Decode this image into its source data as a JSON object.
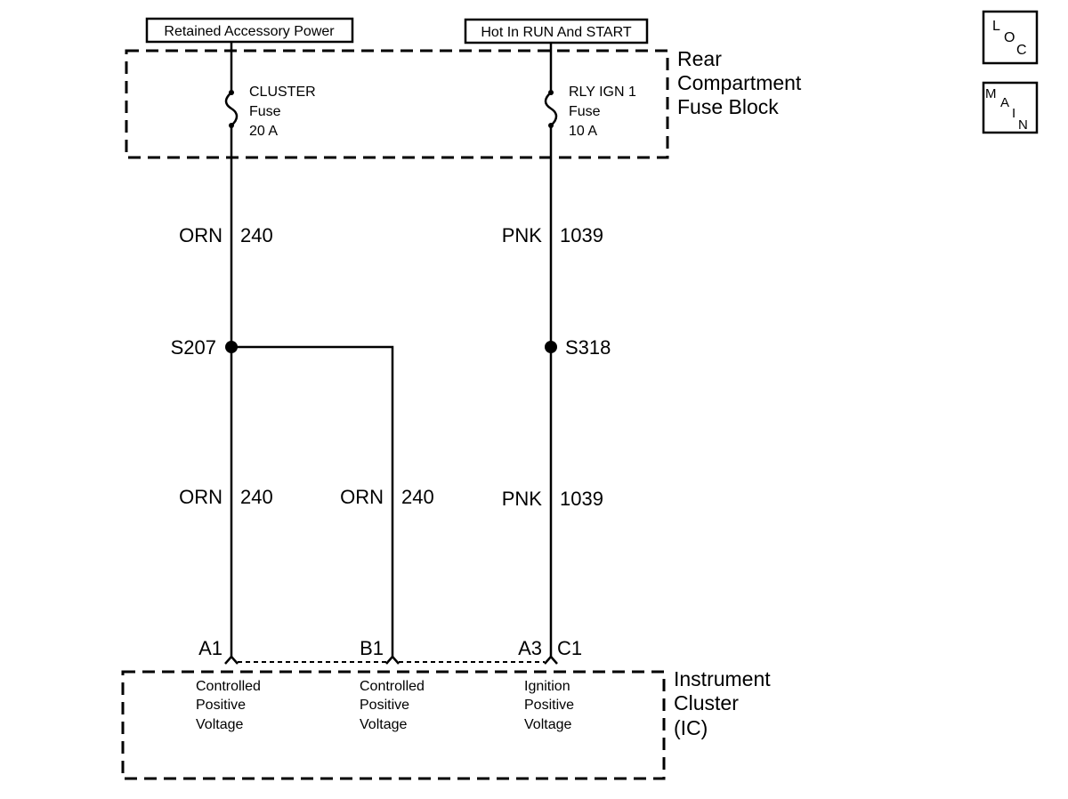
{
  "power_sources": {
    "left": "Retained Accessory Power",
    "right": "Hot In RUN And START"
  },
  "fuse_block": {
    "name_line1": "Rear",
    "name_line2": "Compartment",
    "name_line3": "Fuse Block",
    "fuse_left": {
      "name": "CLUSTER",
      "type": "Fuse",
      "rating": "20 A"
    },
    "fuse_right": {
      "name": "RLY IGN 1",
      "type": "Fuse",
      "rating": "10 A"
    }
  },
  "wires": {
    "upper_left": {
      "color": "ORN",
      "circuit": "240"
    },
    "upper_right": {
      "color": "PNK",
      "circuit": "1039"
    },
    "lower_left": {
      "color": "ORN",
      "circuit": "240"
    },
    "lower_mid": {
      "color": "ORN",
      "circuit": "240"
    },
    "lower_right": {
      "color": "PNK",
      "circuit": "1039"
    }
  },
  "splices": {
    "left": "S207",
    "right": "S318"
  },
  "pins": {
    "a1": "A1",
    "b1": "B1",
    "a3": "A3",
    "c1": "C1"
  },
  "cluster": {
    "name_line1": "Instrument",
    "name_line2": "Cluster",
    "name_line3": "(IC)",
    "terminal_a1": {
      "line1": "Controlled",
      "line2": "Positive",
      "line3": "Voltage"
    },
    "terminal_b1": {
      "line1": "Controlled",
      "line2": "Positive",
      "line3": "Voltage"
    },
    "terminal_a3": {
      "line1": "Ignition",
      "line2": "Positive",
      "line3": "Voltage"
    }
  },
  "nav": {
    "loc": {
      "l": "L",
      "o": "O",
      "c": "C"
    },
    "main": {
      "m": "M",
      "a": "A",
      "i": "I",
      "n": "N"
    }
  }
}
